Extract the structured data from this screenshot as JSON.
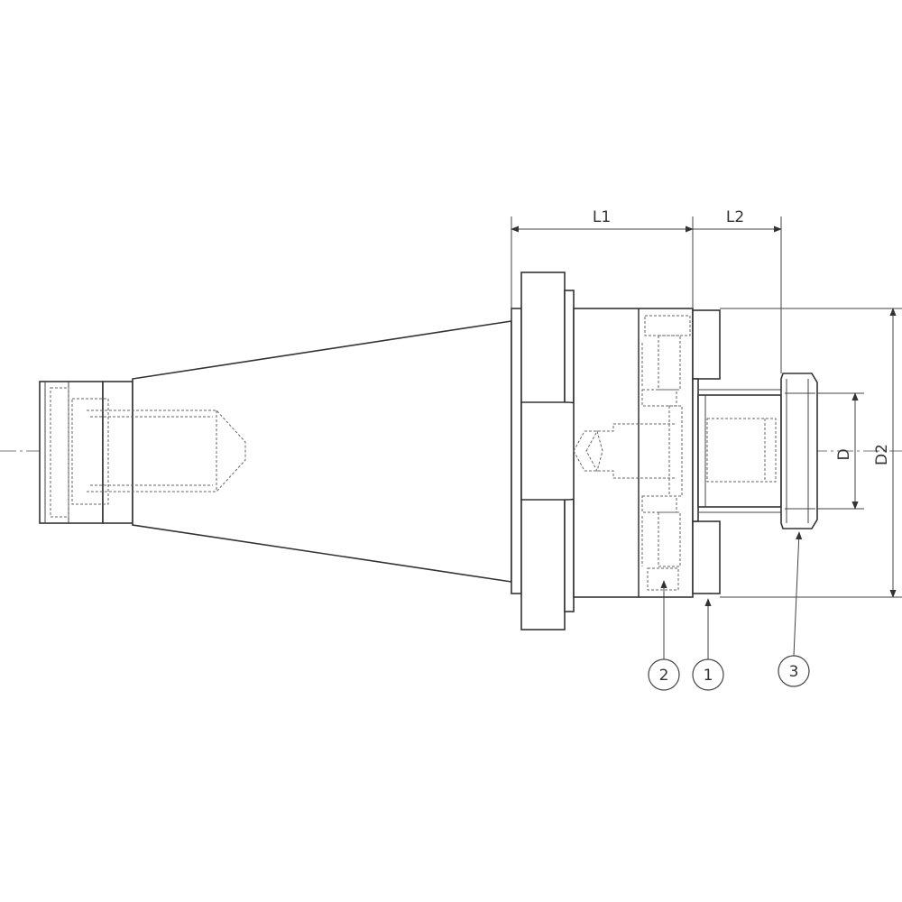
{
  "drawing": {
    "dimensions": {
      "l1": "L1",
      "l2": "L2",
      "d": "D",
      "d2": "D2"
    },
    "callouts": [
      "2",
      "1",
      "3"
    ]
  }
}
